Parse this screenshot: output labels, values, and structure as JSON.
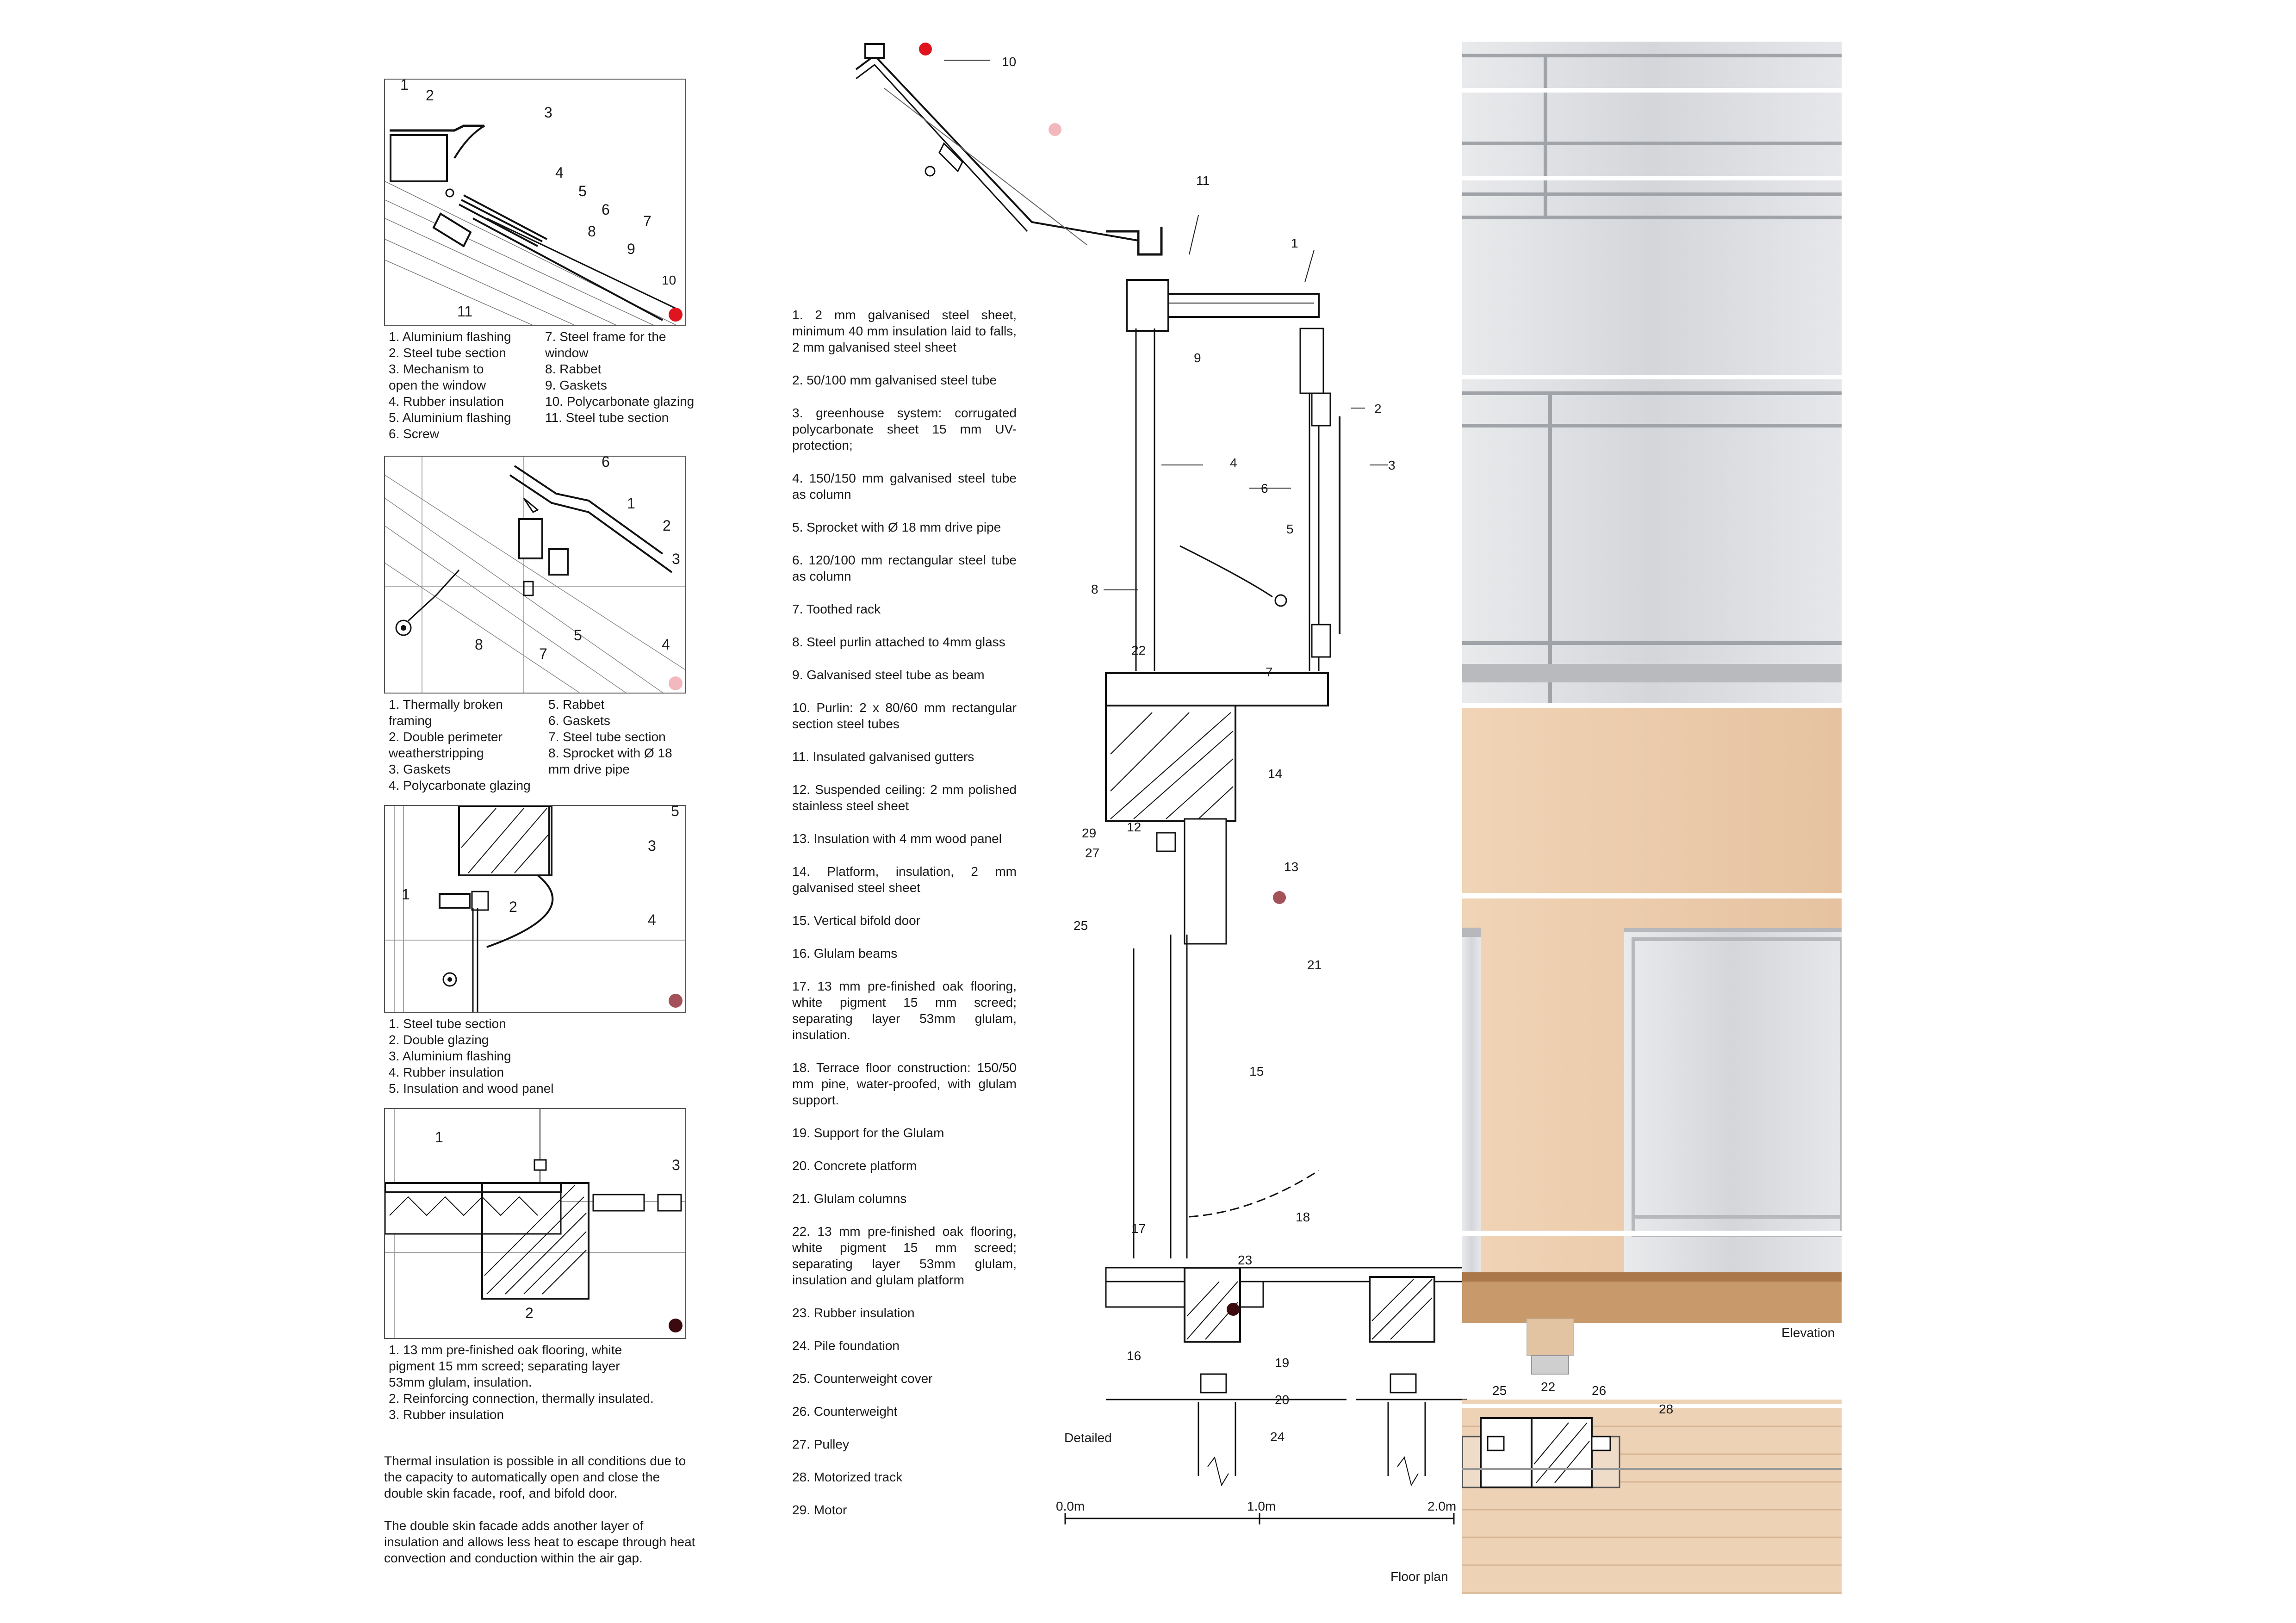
{
  "details": [
    {
      "id": "detail-1",
      "numbers": [
        "1",
        "2",
        "3",
        "4",
        "5",
        "6",
        "7",
        "8",
        "9",
        "10",
        "11"
      ],
      "dot_color": "#e0141e",
      "legend_left": [
        "1. Aluminium flashing",
        "2. Steel tube section",
        "3. Mechanism to",
        "open the window",
        "4. Rubber insulation",
        "5. Aluminium flashing",
        "6. Screw"
      ],
      "legend_right": [
        "7. Steel frame for the",
        "window",
        "8. Rabbet",
        "9. Gaskets",
        "10. Polycarbonate glazing",
        "11. Steel tube section"
      ]
    },
    {
      "id": "detail-2",
      "numbers": [
        "6",
        "1",
        "2",
        "3",
        "4",
        "5",
        "7",
        "8"
      ],
      "dot_color": "#f2b8bd",
      "legend_left": [
        "1. Thermally broken",
        "framing",
        "2. Double perimeter",
        "weatherstripping",
        "3. Gaskets",
        "4. Polycarbonate glazing"
      ],
      "legend_right": [
        "5. Rabbet",
        "6. Gaskets",
        "7. Steel tube section",
        "8. Sprocket with Ø 18",
        "mm drive pipe"
      ]
    },
    {
      "id": "detail-3",
      "numbers": [
        "5",
        "3",
        "1",
        "2",
        "4"
      ],
      "dot_color": "#a5515a",
      "legend_left": [
        "1. Steel tube section",
        "2. Double glazing",
        "3. Aluminium flashing",
        "4. Rubber insulation",
        "5. Insulation and wood panel"
      ]
    },
    {
      "id": "detail-4",
      "numbers": [
        "1",
        "3",
        "2"
      ],
      "dot_color": "#3c0a0e",
      "legend_left": [
        "1. 13 mm pre-finished oak flooring, white",
        "pigment 15 mm screed; separating layer",
        "53mm glulam, insulation.",
        "2. Reinforcing connection, thermally insulated.",
        "3. Rubber insulation"
      ]
    }
  ],
  "notes": [
    "Thermal insulation is possible in all conditions due to the capacity to automatically open and close the double skin facade, roof, and bifold door.",
    "The double skin facade adds another layer of insulation and allows less heat to escape through heat convection and conduction within the air gap."
  ],
  "legend": [
    "1. 2 mm galvanised steel sheet, minimum 40 mm insulation laid to falls, 2 mm galvanised steel sheet",
    "2. 50/100 mm galvanised steel tube",
    "3. greenhouse system: corrugated polycarbonate sheet 15 mm UV-protection;",
    "4. 150/150 mm galvanised steel tube as column",
    "5. Sprocket with Ø 18 mm drive pipe",
    "6. 120/100 mm rectangular steel tube as column",
    "7. Toothed rack",
    "8. Steel purlin attached to 4mm glass",
    "9. Galvanised steel tube as beam",
    "10. Purlin: 2 x 80/60 mm rectangular section steel tubes",
    "11. Insulated galvanised gutters",
    "12. Suspended ceiling: 2 mm polished stainless steel sheet",
    "13. Insulation with 4 mm wood panel",
    "14. Platform, insulation, 2 mm galvanised steel sheet",
    "15. Vertical bifold door",
    "16. Glulam beams",
    "17. 13 mm pre-finished oak flooring, white pigment 15 mm screed; separating layer 53mm glulam, insulation.",
    "18. Terrace floor construction: 150/50 mm pine, water-proofed, with glulam support.",
    "19. Support for the Glulam",
    "20. Concrete platform",
    "21. Glulam columns",
    "22. 13 mm pre-finished oak flooring, white pigment 15 mm screed; separating layer 53mm glulam, insulation and glulam platform",
    "23. Rubber insulation",
    "24. Pile foundation",
    "25. Counterweight cover",
    "26. Counterweight",
    "27. Pulley",
    "28. Motorized track",
    "29. Motor"
  ],
  "section": {
    "numbers": [
      "10",
      "11",
      "1",
      "9",
      "2",
      "3",
      "4",
      "6",
      "5",
      "8",
      "7",
      "22",
      "14",
      "12",
      "29",
      "27",
      "13",
      "25",
      "21",
      "15",
      "17",
      "18",
      "23",
      "16",
      "19",
      "20",
      "24"
    ],
    "label": "Detailed",
    "scale": [
      "0.0m",
      "1.0m",
      "2.0m"
    ],
    "dots": [
      "#e0141e",
      "#f2b8bd",
      "#a5515a",
      "#3c0a0e"
    ]
  },
  "elevation": {
    "label": "Elevation",
    "plan_label": "Floor plan",
    "plan_numbers": [
      "25",
      "22",
      "26",
      "28"
    ],
    "colors": {
      "wood": "#e9c9a8",
      "polycarb": "#d7d9dd",
      "steel": "#a8a8a8",
      "floor": "#c79a6c"
    }
  }
}
